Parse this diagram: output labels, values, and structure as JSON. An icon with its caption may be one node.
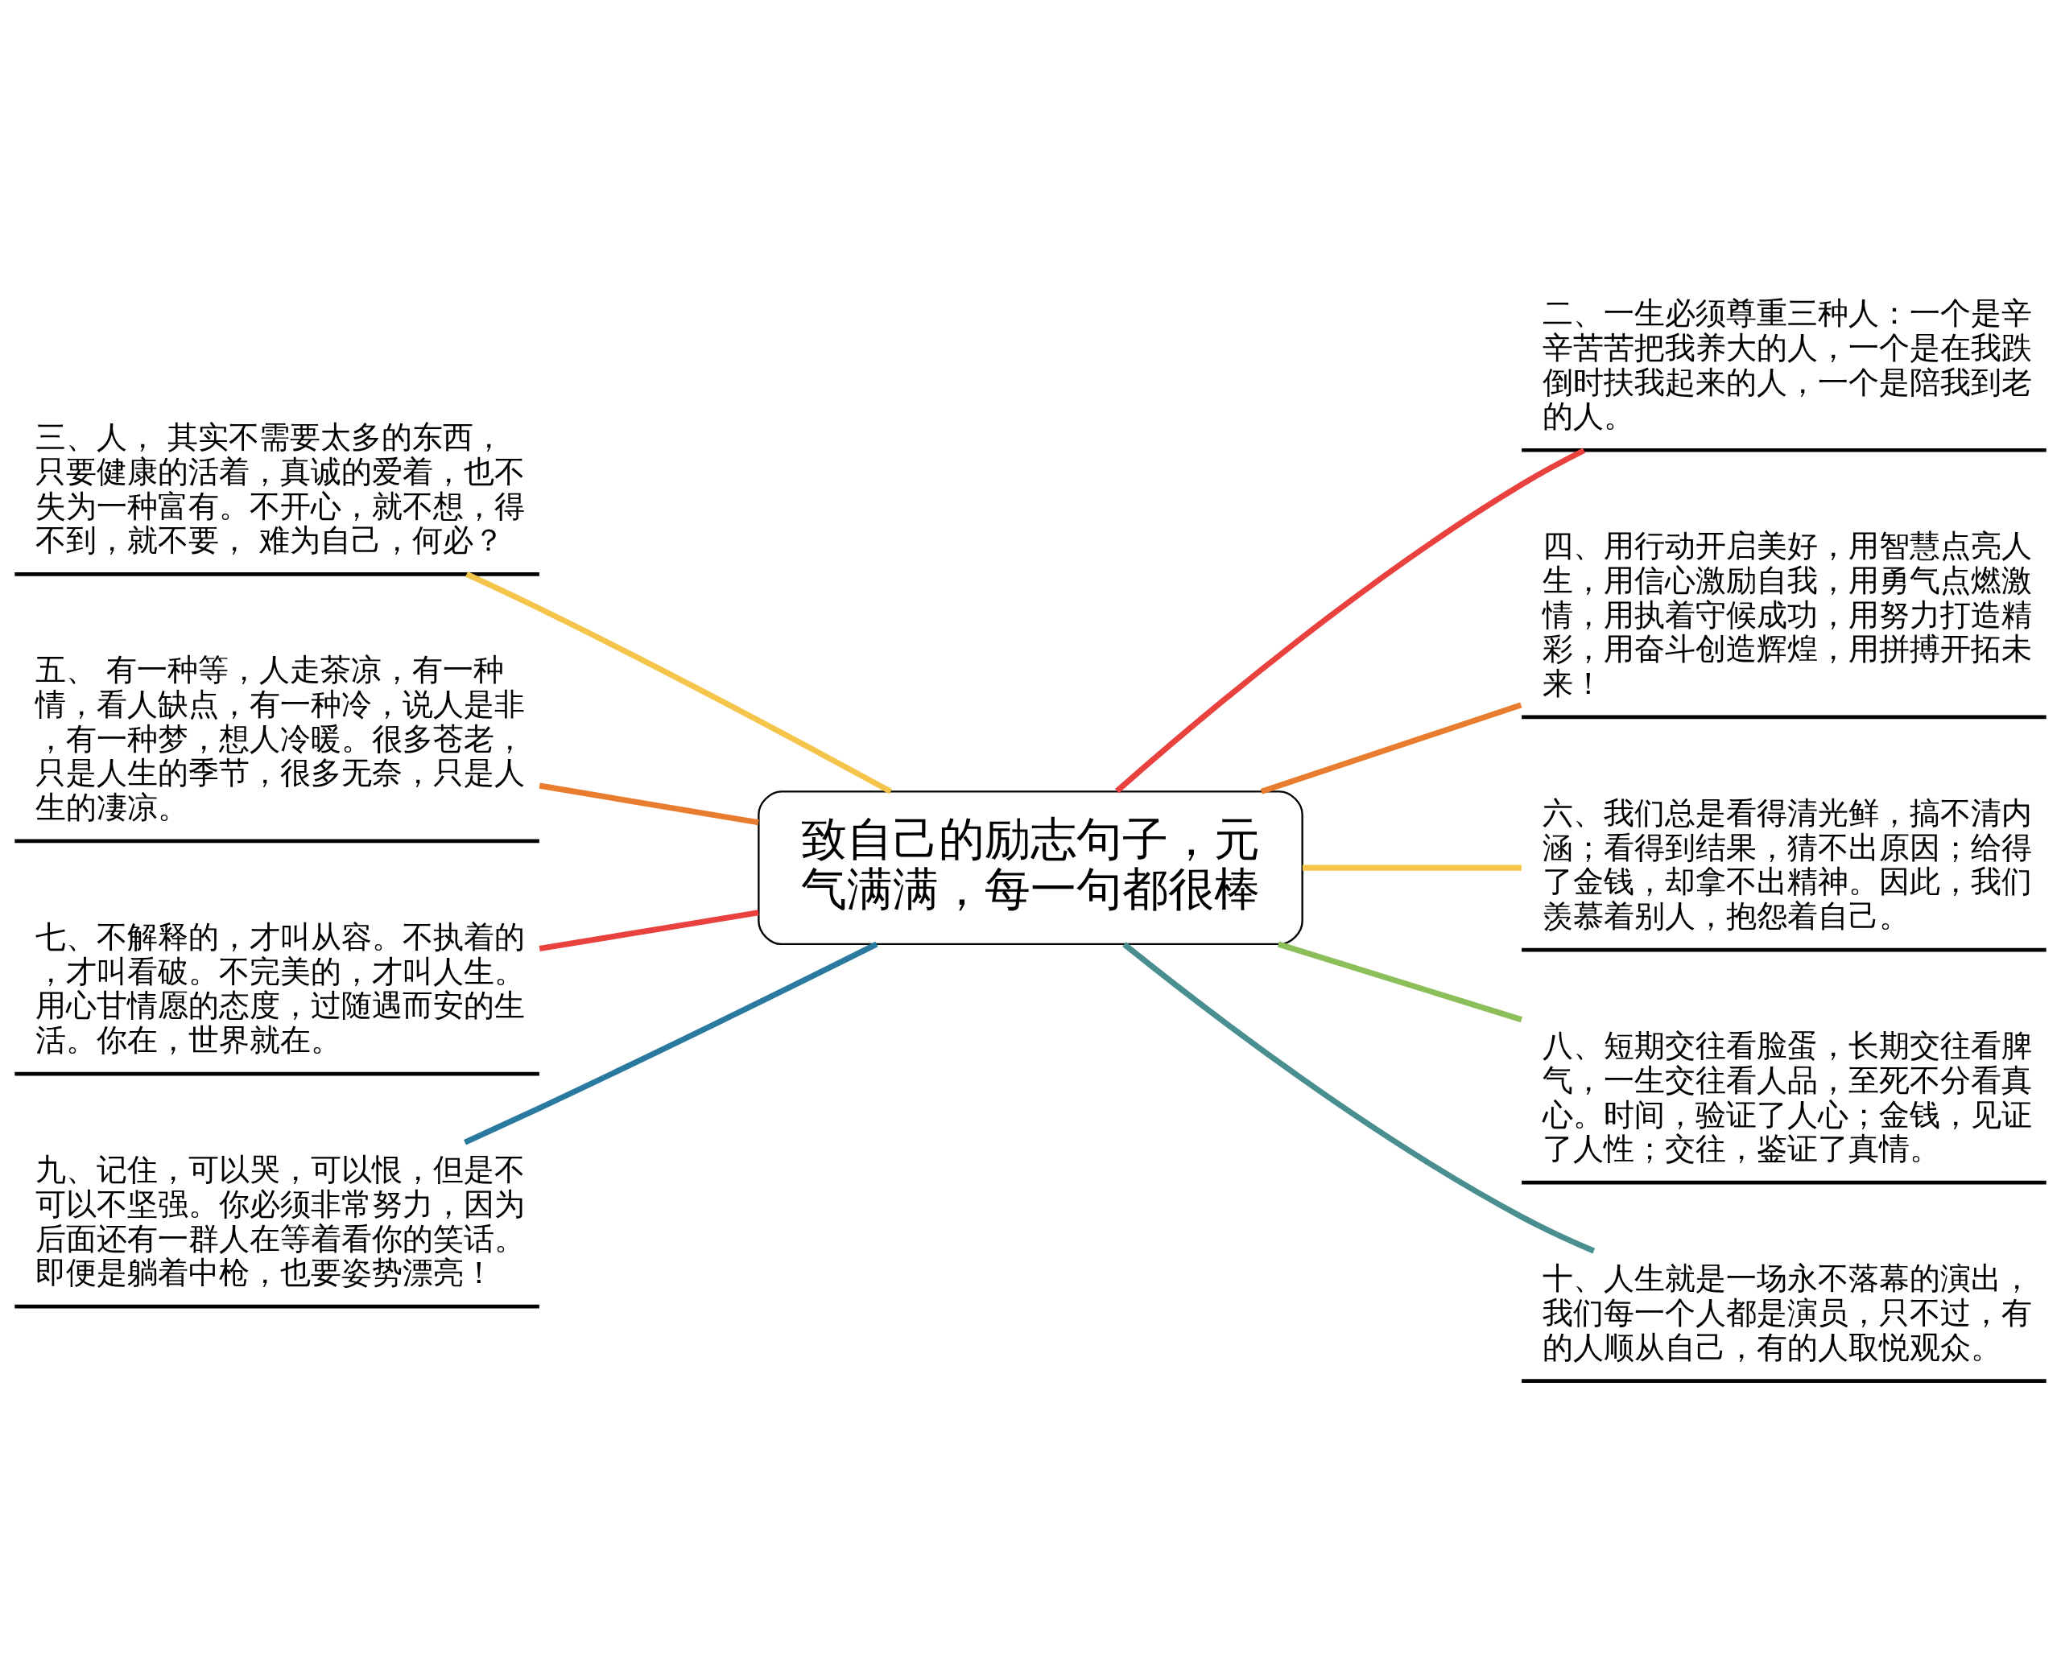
{
  "diagram": {
    "nodes": [
      {
        "text": [
          "致自己的励志句子，元气满满，每一句都很棒"
        ]
      },
      {
        "text": [
          "三、人， 其实不需要太多的东西，只要健康的活着，真诚的爱着，也不失为一种富有。不开心，就不想，得不到，就不要， 难为自己，何必？"
        ]
      },
      {
        "text": [
          "二、一生必须尊重三种人：一个是辛辛苦苦把我养大的人，一个是在我跌倒时扶我起来的人，一个是陪我到老的人。"
        ]
      },
      {
        "text": [
          "五、 有一种等，人走茶凉，有一种情，看人缺点，有一种冷，说人是非，有一种梦，想人冷暖。很多苍老，只是人生的季节，很多无奈，只是人生的凄凉。"
        ]
      },
      {
        "text": [
          "四、用行动开启美好，用智慧点亮人生，用信心激励自我，用勇气点燃激情，用执着守候成功，用努力打造精彩，用奋斗创造辉煌，用拼搏开拓未来！"
        ]
      },
      {
        "text": [
          "七、不解释的，才叫从容。不执着的，才叫看破。不完美的，才叫人生。用心甘情愿的态度，过随遇而安的生活。你在，世界就在。"
        ]
      },
      {
        "text": [
          "六、我们总是看得清光鲜，搞不清内涵；看得到结果，猜不出原因；给得了金钱，却拿不出精神。因此，我们羡慕着别人，抱怨着自己。"
        ]
      },
      {
        "text": [
          "九、记住，可以哭，可以恨，但是不可以不坚强。你必须非常努力，因为后面还有一群人在等着看你的笑话。即便是躺着中枪，也要姿势漂亮！"
        ]
      },
      {
        "text": [
          "八、短期交往看脸蛋，长期交往看脾气，一生交往看人品，至死不分看真心。时间，验证了人心；金钱，见证了人性；交往，鉴证了真情。"
        ]
      },
      {
        "text": [
          "十、人生就是一场永不落幕的演出，我们每一个人都是演员，只不过，有的人顺从自己，有的人取悦观众。"
        ]
      }
    ],
    "edges": [
      {
        "from": 0,
        "to": 1,
        "arrow": "none",
        "color": "#f4c54a"
      },
      {
        "from": 0,
        "to": 2,
        "arrow": "none",
        "color": "#e8413e"
      },
      {
        "from": 0,
        "to": 3,
        "arrow": "none",
        "color": "#e87d30"
      },
      {
        "from": 0,
        "to": 4,
        "arrow": "none",
        "color": "#e87d30"
      },
      {
        "from": 0,
        "to": 5,
        "arrow": "none",
        "color": "#e8413e"
      },
      {
        "from": 0,
        "to": 6,
        "arrow": "none",
        "color": "#f4c54a"
      },
      {
        "from": 0,
        "to": 7,
        "arrow": "none",
        "color": "#2a7aa0"
      },
      {
        "from": 0,
        "to": 8,
        "arrow": "none",
        "color": "#8cbf5a"
      },
      {
        "from": 0,
        "to": 9,
        "arrow": "none",
        "color": "#4a8f8f"
      }
    ]
  }
}
